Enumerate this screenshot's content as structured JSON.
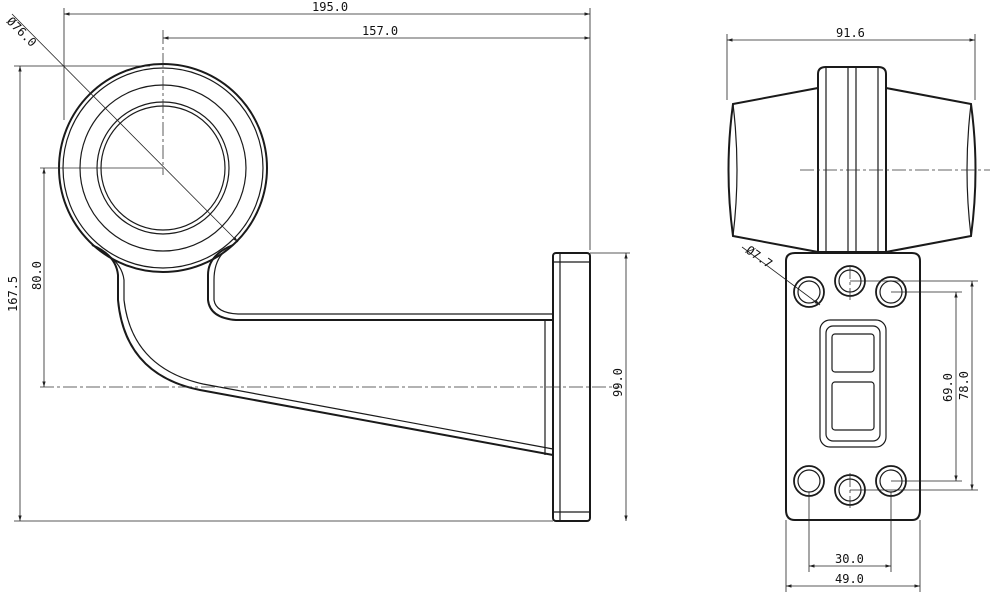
{
  "colors": {
    "background": "#ffffff",
    "outline": "#1a1a1a",
    "dimension_line": "#222222",
    "centerline": "#333333"
  },
  "side_view": {
    "dims": {
      "overall_width": "195.0",
      "lens_center_offset": "157.0",
      "lens_diameter": "Ø76.0",
      "overall_height": "167.5",
      "lens_center_height": "80.0",
      "base_plate_height": "99.0"
    }
  },
  "front_view": {
    "dims": {
      "lamp_width": "91.6",
      "hole_diameter": "Ø7.7",
      "hole_spacing_inner": "69.0",
      "hole_spacing_outer": "78.0",
      "plate_hole_spacing": "30.0",
      "plate_width": "49.0"
    }
  }
}
